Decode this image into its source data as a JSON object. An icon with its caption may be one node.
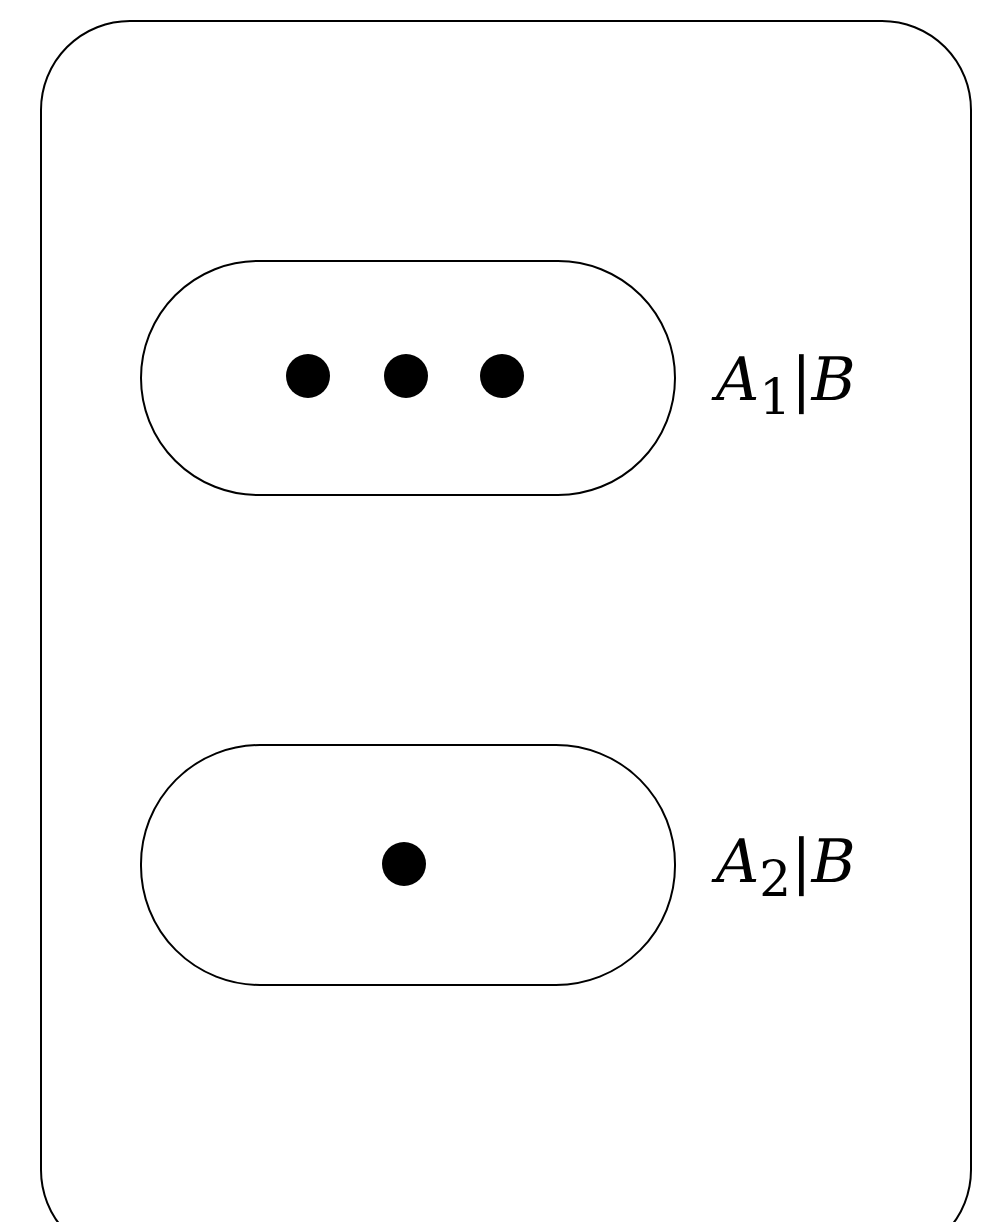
{
  "diagram": {
    "nodes": [
      {
        "text": [],
        "shape": "box"
      },
      {
        "text": [],
        "shape": "box",
        "in": 0,
        "beside": [
          "*A*$_{1}$|*B*"
        ]
      },
      {
        "text": [],
        "shape": "circle",
        "in": 1
      },
      {
        "text": [],
        "shape": "circle",
        "in": 1
      },
      {
        "text": [],
        "shape": "circle",
        "in": 1
      },
      {
        "text": [],
        "shape": "box",
        "in": 0,
        "beside": [
          "*A*$_{2}$|*B*"
        ]
      },
      {
        "text": [],
        "shape": "circle",
        "in": 5
      }
    ]
  }
}
